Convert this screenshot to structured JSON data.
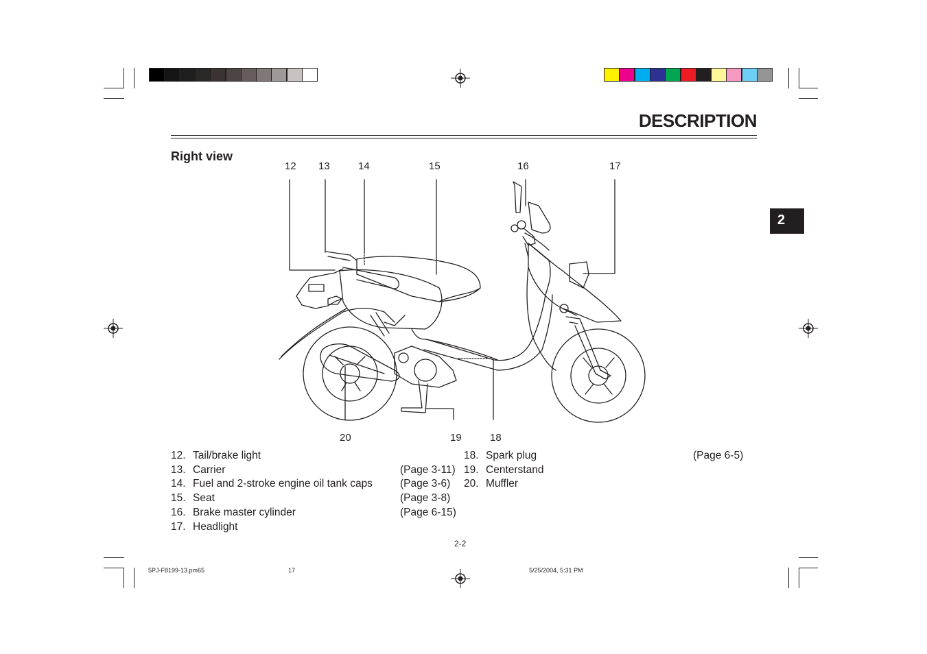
{
  "header": {
    "title": "DESCRIPTION"
  },
  "section": {
    "subtitle": "Right view",
    "tab_number": "2"
  },
  "callouts": {
    "c12": "12",
    "c13": "13",
    "c14": "14",
    "c15": "15",
    "c16": "16",
    "c17": "17",
    "c20": "20",
    "c19": "19",
    "c18": "18"
  },
  "parts_left": [
    {
      "num": "12.",
      "name": "Tail/brake light",
      "page": ""
    },
    {
      "num": "13.",
      "name": "Carrier",
      "page": "(Page 3-11)"
    },
    {
      "num": "14.",
      "name": "Fuel and 2-stroke engine oil tank caps",
      "page": "(Page 3-6)"
    },
    {
      "num": "15.",
      "name": "Seat",
      "page": "(Page 3-8)"
    },
    {
      "num": "16.",
      "name": "Brake master cylinder",
      "page": "(Page 6-15)"
    },
    {
      "num": "17.",
      "name": "Headlight",
      "page": ""
    }
  ],
  "parts_right": [
    {
      "num": "18.",
      "name": "Spark plug",
      "page": "(Page 6-5)"
    },
    {
      "num": "19.",
      "name": "Centerstand",
      "page": ""
    },
    {
      "num": "20.",
      "name": "Muffler",
      "page": ""
    }
  ],
  "footer": {
    "page_number": "2-2",
    "file_name": "5PJ-F8199-13.pm65",
    "sheet": "17",
    "timestamp": "5/25/2004, 5:31 PM"
  },
  "colors": {
    "gray_bar": [
      "#000000",
      "#141414",
      "#1e1e1e",
      "#2a2727",
      "#3a3332",
      "#4d4544",
      "#655c5b",
      "#7f7877",
      "#9e9897",
      "#c8c2c1",
      "#ffffff"
    ],
    "color_bar": [
      "#fff200",
      "#ec008c",
      "#00aeef",
      "#2e3192",
      "#00a651",
      "#ed1c24",
      "#231f20",
      "#fff799",
      "#f49ac1",
      "#6dcff6",
      "#959595"
    ]
  },
  "icons": {
    "registration": "registration-mark-icon"
  }
}
